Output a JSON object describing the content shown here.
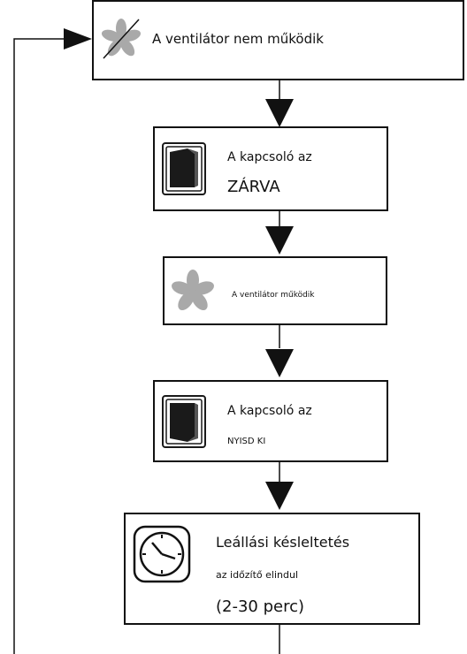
{
  "steps": [
    {
      "icon": "fan-off-icon",
      "line1": "A ventilátor nem működik"
    },
    {
      "icon": "rocker-switch-icon",
      "line1": "A kapcsoló az",
      "line2": "ZÁRVA"
    },
    {
      "icon": "fan-icon",
      "line1": "A ventilátor működik"
    },
    {
      "icon": "rocker-switch-icon",
      "line1": "A kapcsoló az",
      "line2": "NYISD KI"
    },
    {
      "icon": "clock-icon",
      "line1": "Leállási késleltetés",
      "line2": "az időzítő elindul",
      "line3": "(2-30 perc)"
    }
  ],
  "colors": {
    "line": "#111111",
    "fan": "#a9a9a9",
    "switch": "#1a1a1a"
  }
}
